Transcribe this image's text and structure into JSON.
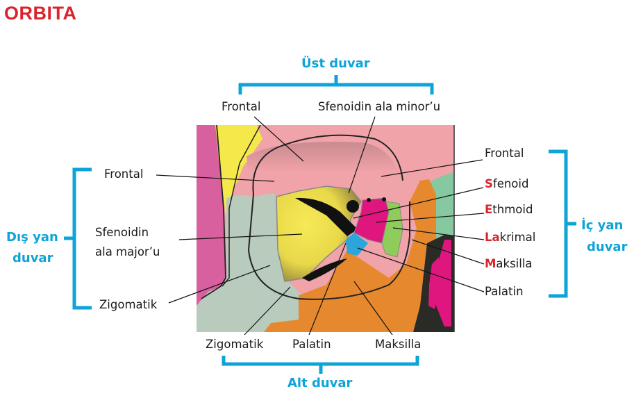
{
  "title": "ORBITA",
  "groups": {
    "top": "Üst duvar",
    "lateral_line1": "Dış yan",
    "lateral_line2": "duvar",
    "medial_line1": "İç yan",
    "medial_line2": "duvar",
    "bottom": "Alt duvar"
  },
  "labels": {
    "top_frontal": "Frontal",
    "top_sphenoid_minor": "Sfenoidin ala minor’u",
    "lat_frontal": "Frontal",
    "lat_sphenoid_major_1": "Sfenoidin",
    "lat_sphenoid_major_2": "ala major’u",
    "lat_zygomatic": "Zigomatik",
    "med_frontal": "Frontal",
    "med_sphenoid": {
      "initial": "S",
      "rest": "fenoid"
    },
    "med_ethmoid": {
      "initial": "E",
      "rest": "thmoid"
    },
    "med_lacrimal": {
      "initial": "La",
      "rest": "krimal"
    },
    "med_maxilla": {
      "initial": "M",
      "rest": "aksilla"
    },
    "med_palatine": "Palatin",
    "bot_zygomatic": "Zigomatik",
    "bot_palatine": "Palatin",
    "bot_maxilla": "Maksilla"
  },
  "colors": {
    "title": "#d9232d",
    "bracket": "#0ea4d8",
    "frontal": "#f0a3a8",
    "sphenoid": "#f5e84a",
    "zygomatic": "#b8cbbd",
    "maxilla": "#e6892e",
    "ethmoid": "#e0167f",
    "lacrimal": "#8fcc5a",
    "palatine": "#2aa6dc",
    "nasal": "#86c9a0",
    "dark": "#2a2a26"
  }
}
